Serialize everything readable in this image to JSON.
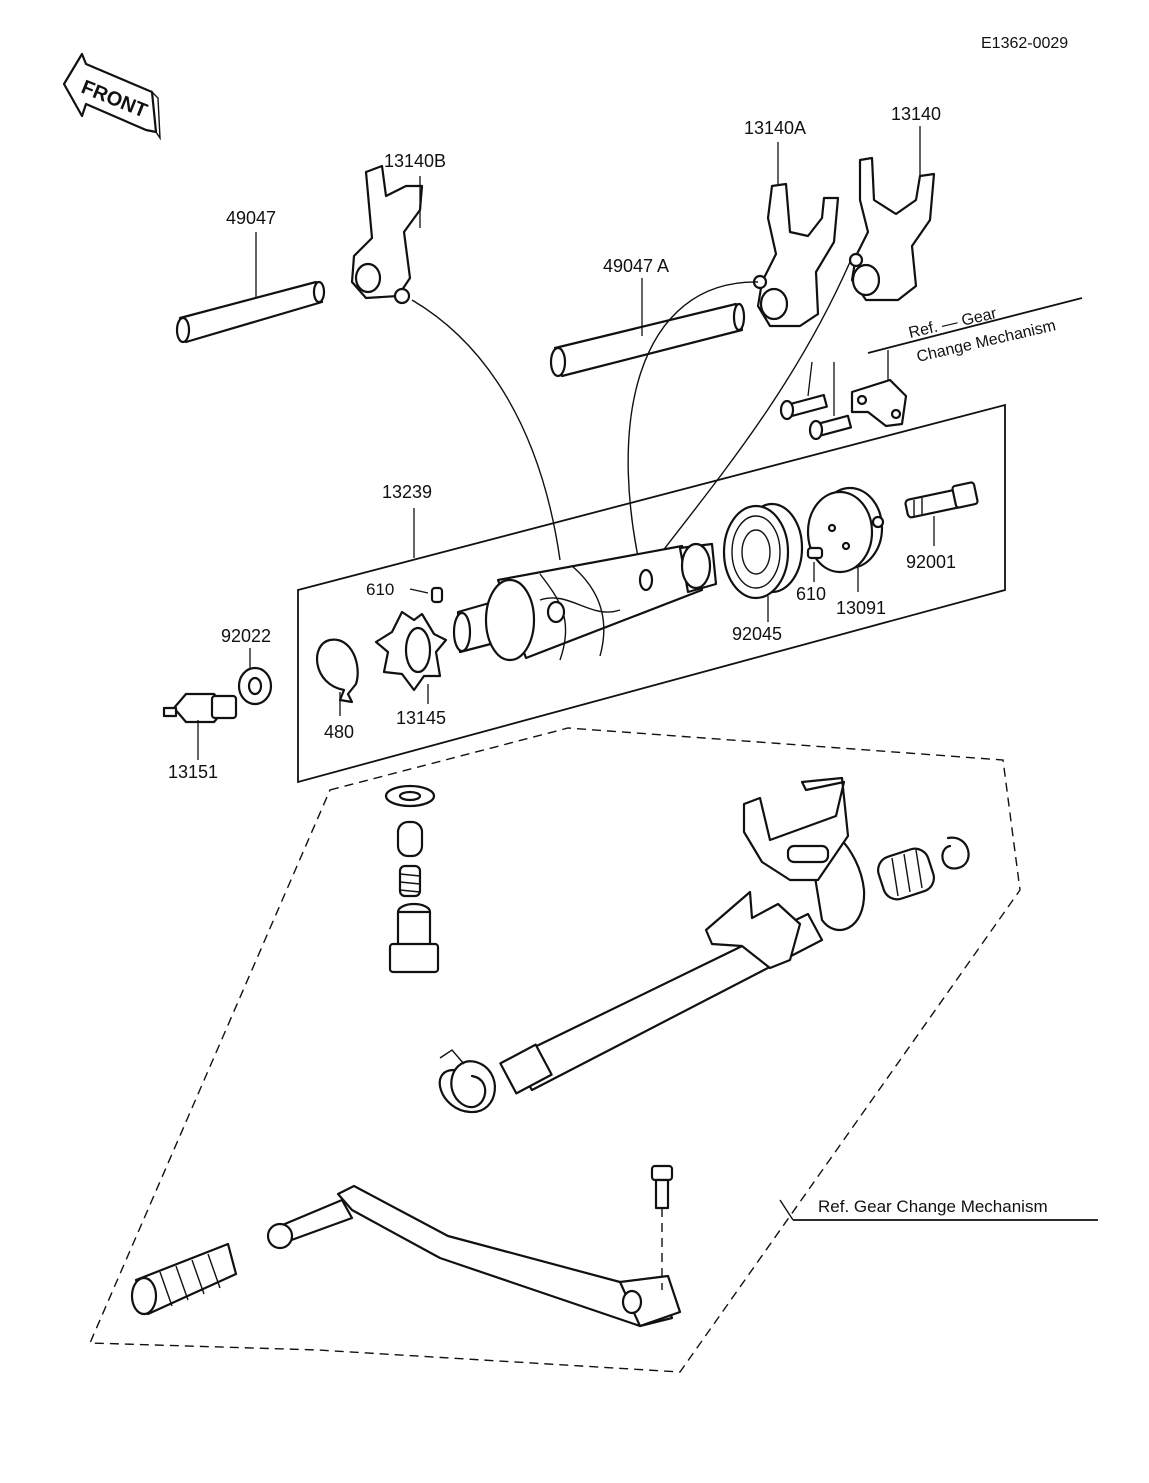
{
  "diagram_code": "E1362-0029",
  "front_arrow_label": "FRONT",
  "ref_labels": {
    "upper_line1": "Ref. — Gear",
    "upper_line2": "Change Mechanism",
    "lower": "Ref.  Gear Change Mechanism"
  },
  "part_numbers": {
    "fork_rear": "13140B",
    "fork_center": "13140A",
    "fork_front": "13140",
    "rod_rear": "49047",
    "rod_front": "49047 A",
    "drum": "13239",
    "pin_top": "610",
    "pin_right": "610",
    "bearing": "92045",
    "drum_plate": "13091",
    "bolt_right": "92001",
    "washer": "92022",
    "circlip": "480",
    "cam_plate": "13145",
    "neutral_switch": "13151"
  },
  "colors": {
    "ink": "#111111",
    "paper": "#ffffff"
  }
}
